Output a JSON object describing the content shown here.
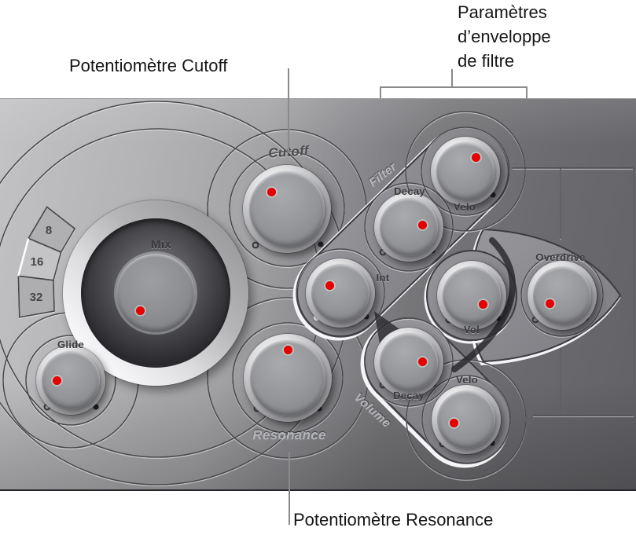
{
  "annotations": {
    "cutoff": "Potentiomètre Cutoff",
    "filter_envelope": "Paramètres\nd’enveloppe\nde filtre",
    "resonance": "Potentiomètre Resonance"
  },
  "panel": {
    "octave_buttons": [
      "8",
      "16",
      "32"
    ],
    "sections": {
      "filter": "Filter",
      "volume": "Volume"
    },
    "knobs": {
      "mix": "Mix",
      "cutoff": "Cutoff",
      "resonance": "Resonance",
      "glide": "Glide",
      "int": "Int",
      "filter_decay": "Decay",
      "filter_velo": "Velo",
      "vol": "Vol",
      "volume_decay": "Decay",
      "volume_velo": "Velo",
      "overdrive": "Overdrive"
    },
    "icons": [
      "sawtooth-wave-icon",
      "square-wave-icon"
    ],
    "colors": {
      "indicator_red": "#e60000",
      "metal_light": "#b3b3b5",
      "metal_dark": "#6b6b6f"
    }
  }
}
